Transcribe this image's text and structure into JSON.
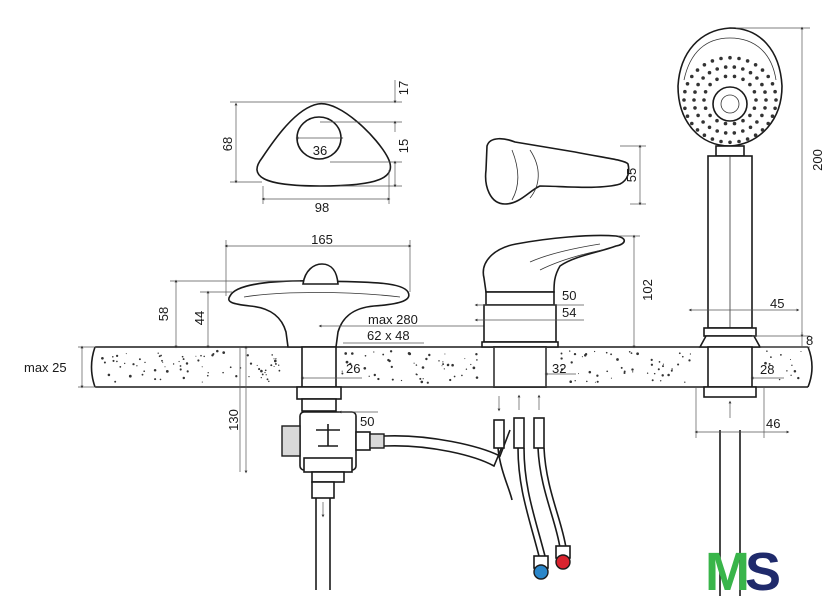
{
  "dimensions": {
    "top_view_height": "68",
    "top_view_width": "98",
    "top_view_hole": "36",
    "top_view_top_offset": "17",
    "top_view_bottom_offset": "15",
    "spout_height": "55",
    "diverter_width": "165",
    "diverter_height_58": "58",
    "diverter_height_44": "44",
    "max_distance": "max 280",
    "cutout": "62 x 48",
    "mixer_height": "102",
    "mixer_base_50": "50",
    "mixer_base_54": "54",
    "mixer_hole": "32",
    "deck_thickness": "max 25",
    "diverter_hole": "26",
    "diverter_depth": "130",
    "diverter_body": "50",
    "shower_height": "200",
    "shower_diam": "45",
    "shower_flange": "8",
    "shower_hole": "28",
    "shower_hose": "46"
  },
  "logo": {
    "letter_m": "M",
    "letter_s": "S",
    "color_m": "#39b54a",
    "color_s": "#1f2a6b"
  },
  "colors": {
    "hot": "#d9232e",
    "cold": "#2a86c9"
  }
}
